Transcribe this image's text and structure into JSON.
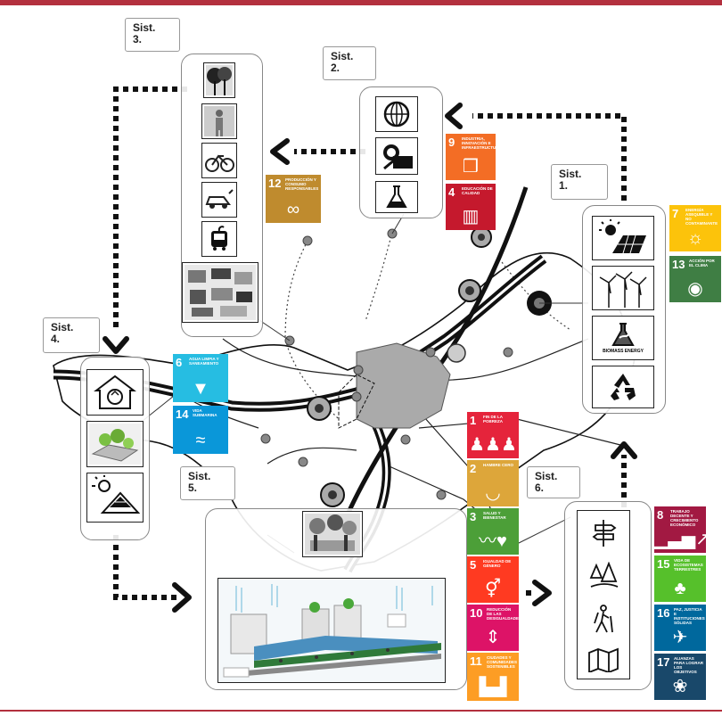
{
  "systems": {
    "s1": "Sist.\n1.",
    "s2": "Sist.\n2.",
    "s3": "Sist.\n3.",
    "s4": "Sist.\n4.",
    "s5": "Sist.\n5.",
    "s6": "Sist.\n6."
  },
  "tile_labels": {
    "biomass": "BIOMASS ENERGY"
  },
  "sdgs": [
    {
      "id": "sdg9",
      "num": "9",
      "title": "INDUSTRIA, INNOVACIÓN E INFRAESTRUCTURA",
      "color": "#f36d25",
      "icon": "cubes-icon"
    },
    {
      "id": "sdg4",
      "num": "4",
      "title": "EDUCACIÓN DE CALIDAD",
      "color": "#c5192d",
      "icon": "book-icon"
    },
    {
      "id": "sdg12",
      "num": "12",
      "title": "PRODUCCIÓN Y CONSUMO RESPONSABLES",
      "color": "#bf8b2e",
      "icon": "infinity-icon"
    },
    {
      "id": "sdg7",
      "num": "7",
      "title": "ENERGÍA ASEQUIBLE Y NO CONTAMINANTE",
      "color": "#fcc30b",
      "icon": "sun-icon"
    },
    {
      "id": "sdg13",
      "num": "13",
      "title": "ACCIÓN POR EL CLIMA",
      "color": "#3f7e44",
      "icon": "eye-icon"
    },
    {
      "id": "sdg6",
      "num": "6",
      "title": "AGUA LIMPIA Y SANEAMIENTO",
      "color": "#26bde2",
      "icon": "water-icon"
    },
    {
      "id": "sdg14",
      "num": "14",
      "title": "VIDA SUBMARINA",
      "color": "#0a97d9",
      "icon": "fish-icon"
    },
    {
      "id": "sdg1",
      "num": "1",
      "title": "FIN DE LA POBREZA",
      "color": "#e5243b",
      "icon": "family-icon"
    },
    {
      "id": "sdg2",
      "num": "2",
      "title": "HAMBRE CERO",
      "color": "#dda63a",
      "icon": "bowl-icon"
    },
    {
      "id": "sdg3",
      "num": "3",
      "title": "SALUD Y BIENESTAR",
      "color": "#4c9f38",
      "icon": "heartbeat-icon"
    },
    {
      "id": "sdg5",
      "num": "5",
      "title": "IGUALDAD DE GÉNERO",
      "color": "#ff3a21",
      "icon": "gender-icon"
    },
    {
      "id": "sdg10",
      "num": "10",
      "title": "REDUCCIÓN DE LAS DESIGUALDADES",
      "color": "#dd1367",
      "icon": "arrows-icon"
    },
    {
      "id": "sdg11",
      "num": "11",
      "title": "CIUDADES Y COMUNIDADES SOSTENIBLES",
      "color": "#fd9d24",
      "icon": "city-icon"
    },
    {
      "id": "sdg8",
      "num": "8",
      "title": "TRABAJO DECENTE Y CRECIMIENTO ECONÓMICO",
      "color": "#a21942",
      "icon": "growth-icon"
    },
    {
      "id": "sdg15",
      "num": "15",
      "title": "VIDA DE ECOSISTEMAS TERRESTRES",
      "color": "#56c02b",
      "icon": "tree-icon"
    },
    {
      "id": "sdg16",
      "num": "16",
      "title": "PAZ, JUSTICIA E INSTITUCIONES SÓLIDAS",
      "color": "#00689d",
      "icon": "dove-icon"
    },
    {
      "id": "sdg17",
      "num": "17",
      "title": "ALIANZAS PARA LOGRAR LOS OBJETIVOS",
      "color": "#19486a",
      "icon": "rings-icon"
    }
  ]
}
